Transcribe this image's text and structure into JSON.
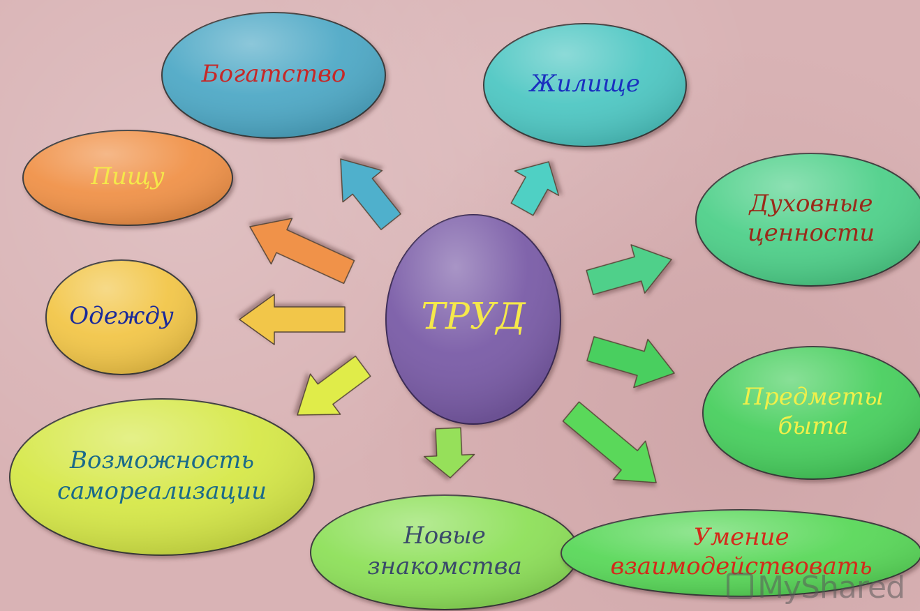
{
  "center": {
    "label": "ТРУД",
    "color": "#7a5ba7",
    "text_color": "#f5e84a"
  },
  "nodes": [
    {
      "id": "bogatstvo",
      "label": [
        "Богатство"
      ],
      "fill": "#4fa9c6",
      "text_color": "#c62828"
    },
    {
      "id": "zhilishche",
      "label": [
        "Жилище"
      ],
      "fill": "#4fc7c3",
      "text_color": "#1a2fbf"
    },
    {
      "id": "pishchu",
      "label": [
        "Пищу"
      ],
      "fill": "#f0924a",
      "text_color": "#f5e84a"
    },
    {
      "id": "dukhovnye",
      "label": [
        "Духовные",
        "ценности"
      ],
      "fill": "#4fd08a",
      "text_color": "#9a2a1a"
    },
    {
      "id": "odezhdu",
      "label": [
        "Одежду"
      ],
      "fill": "#f2c64a",
      "text_color": "#1a2a9a"
    },
    {
      "id": "predmety",
      "label": [
        "Предметы",
        "быта"
      ],
      "fill": "#49cf5e",
      "text_color": "#f0f04a"
    },
    {
      "id": "vozmozhnost",
      "label": [
        "Возможность",
        "самореализации"
      ],
      "fill": "#d6e84a",
      "text_color": "#1a6a8a"
    },
    {
      "id": "novye",
      "label": [
        "Новые",
        "знакомства"
      ],
      "fill": "#8ee05a",
      "text_color": "#3a4a6a"
    },
    {
      "id": "umenie",
      "label": [
        "Умение",
        "взаимодействовать"
      ],
      "fill": "#5ad85a",
      "text_color": "#d42a1a"
    }
  ],
  "arrows": [
    {
      "to": "bogatstvo",
      "color": "#4fb0cc"
    },
    {
      "to": "zhilishche",
      "color": "#4fd0c4"
    },
    {
      "to": "pishchu",
      "color": "#f0924a"
    },
    {
      "to": "odezhdu",
      "color": "#f2c64a"
    },
    {
      "to": "vozmozhnost",
      "color": "#e0ec4a"
    },
    {
      "to": "novye",
      "color": "#96e05a"
    },
    {
      "to": "dukhovnye",
      "color": "#4fd08a"
    },
    {
      "to": "predmety",
      "color": "#49cf5e"
    },
    {
      "to": "umenie",
      "color": "#5ad85a"
    }
  ],
  "watermark": "MyShared"
}
